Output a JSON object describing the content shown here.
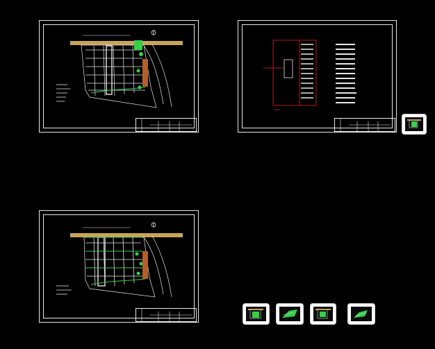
{
  "viewer": {
    "background": "#000000",
    "line_color": "#e8e8e8",
    "accent_green": "#34d04a",
    "road_color": "#c9a35a",
    "building_color": "#b0602a",
    "legend_red": "#e02020"
  },
  "sheets": [
    {
      "id": "site-plan-1",
      "kind": "site-plan"
    },
    {
      "id": "legend-sheet",
      "kind": "legend"
    },
    {
      "id": "site-plan-2",
      "kind": "site-plan"
    }
  ],
  "thumbnails": [
    {
      "id": "thumb-1",
      "icon": "drawing-thumbnail-icon"
    },
    {
      "id": "thumb-2",
      "icon": "drawing-thumbnail-icon"
    },
    {
      "id": "thumb-3",
      "icon": "drawing-thumbnail-icon"
    },
    {
      "id": "thumb-4",
      "icon": "drawing-thumbnail-icon"
    },
    {
      "id": "thumb-5",
      "icon": "drawing-thumbnail-icon"
    }
  ]
}
